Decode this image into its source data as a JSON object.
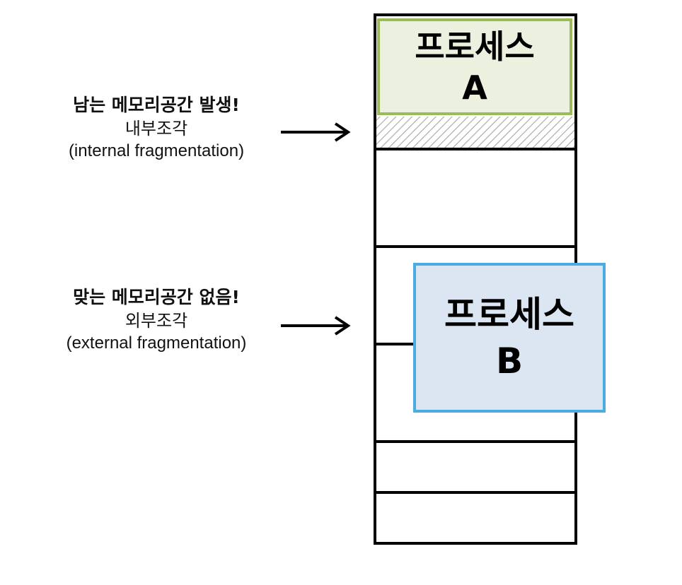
{
  "internal": {
    "heading": "남는 메모리공간 발생!",
    "ko": "내부조각",
    "en": "(internal fragmentation)"
  },
  "external": {
    "heading": "맞는 메모리공간 없음!",
    "ko": "외부조각",
    "en": "(external fragmentation)"
  },
  "process_a": {
    "line1": "프로세스",
    "line2": "A",
    "fill": "#ebf1de",
    "border": "#9bbb59"
  },
  "process_b": {
    "line1": "프로세스",
    "line2": "B",
    "fill": "#dce6f2",
    "border": "#4aabe5"
  },
  "colors": {
    "outline": "#000000",
    "hatch": "#a6a6a6"
  }
}
